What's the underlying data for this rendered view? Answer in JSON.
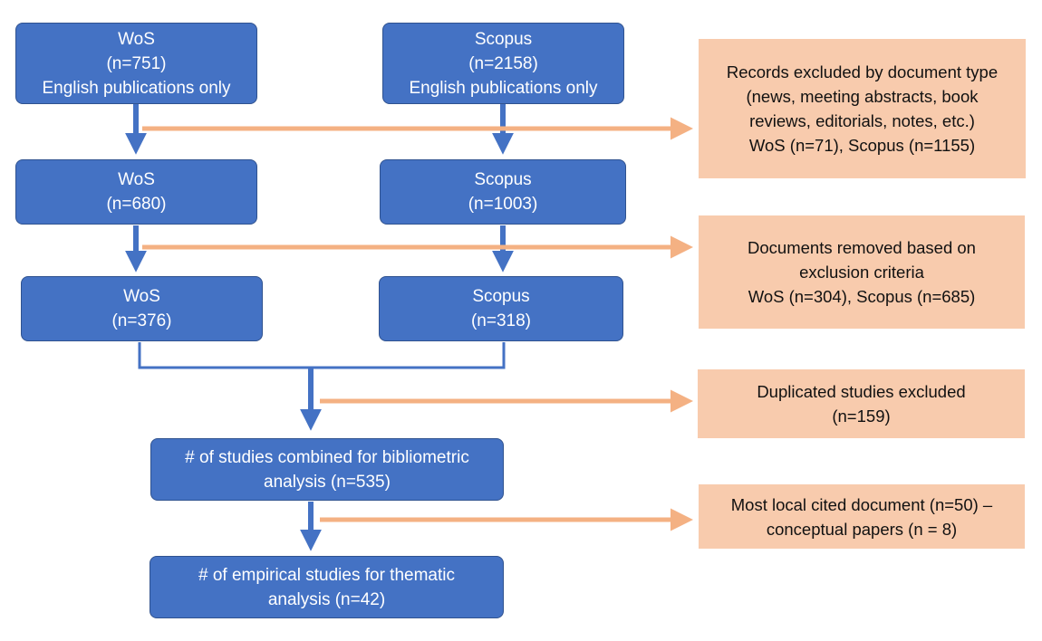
{
  "colors": {
    "blue_box": "#4472c4",
    "blue_arrow": "#4472c4",
    "peach_box": "#f8cbad",
    "peach_arrow": "#f4b183"
  },
  "sources": {
    "wos_1": [
      "WoS",
      "(n=751)",
      "English publications only"
    ],
    "scopus_1": [
      "Scopus",
      "(n=2158)",
      "English publications only"
    ],
    "wos_2": [
      "WoS",
      "(n=680)"
    ],
    "scopus_2": [
      "Scopus",
      "(n=1003)"
    ],
    "wos_3": [
      "WoS",
      "(n=376)"
    ],
    "scopus_3": [
      "Scopus",
      "(n=318)"
    ]
  },
  "combined": [
    "# of studies combined for bibliometric",
    "analysis  (n=535)"
  ],
  "empirical": [
    "# of empirical studies for thematic",
    "analysis  (n=42)"
  ],
  "exclusions": {
    "doc_type": [
      "Records excluded by document type",
      "(news, meeting abstracts, book",
      "reviews, editorials, notes, etc.)",
      "WoS (n=71), Scopus (n=1155)"
    ],
    "criteria": [
      "Documents removed based on",
      "exclusion criteria",
      "WoS (n=304), Scopus (n=685)"
    ],
    "duplicates": [
      "Duplicated studies excluded",
      "(n=159)"
    ],
    "local_cited": [
      "Most local cited document (n=50) –",
      "conceptual papers (n = 8)"
    ]
  }
}
